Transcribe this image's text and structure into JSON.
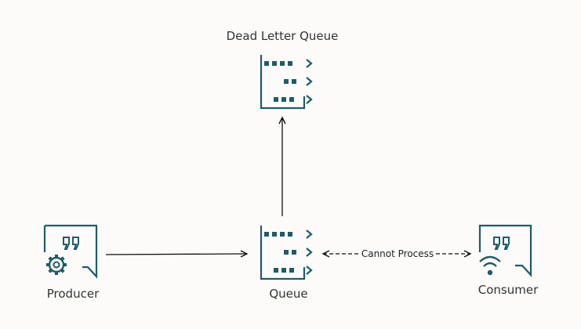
{
  "nodes": {
    "dead_letter_queue": {
      "label": "Dead Letter Queue",
      "icon": "queue-icon"
    },
    "queue": {
      "label": "Queue",
      "icon": "queue-icon"
    },
    "producer": {
      "label": "Producer",
      "icon": "producer-icon"
    },
    "consumer": {
      "label": "Consumer",
      "icon": "consumer-icon"
    }
  },
  "edges": [
    {
      "from": "producer",
      "to": "queue",
      "style": "solid",
      "label": ""
    },
    {
      "from": "queue",
      "to": "dead_letter_queue",
      "style": "solid",
      "label": ""
    },
    {
      "from": "queue",
      "to": "consumer",
      "style": "dashed",
      "bidirectional": true,
      "label": "Cannot Process"
    }
  ],
  "colors": {
    "icon": "#1f5c66",
    "line": "#111111",
    "background": "#fcfbfa"
  }
}
